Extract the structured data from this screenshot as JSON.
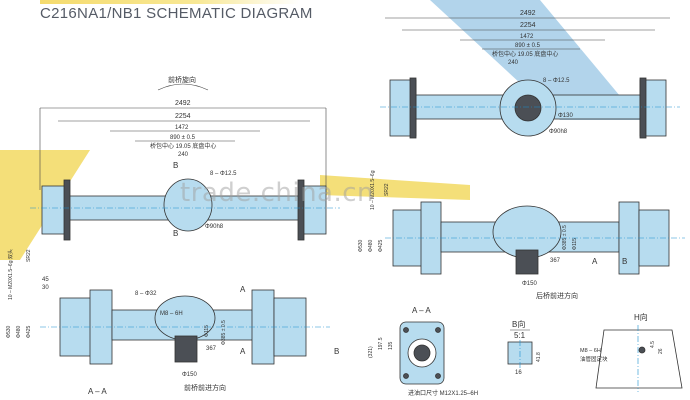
{
  "header": {
    "title": "C216NA1/NB1 SCHEMATIC DIAGRAM"
  },
  "watermark": "trade.china.cn",
  "front_view": {
    "rotation_label": "前桥旋向",
    "dims": [
      "2492",
      "2254",
      "1472",
      "890 ± 0.5",
      "240"
    ],
    "center_label": "桥包中心 19.05 底盘中心",
    "bolt_label": "8 – Φ12.5",
    "section_b": "B",
    "shaft_label": "Φ90h8"
  },
  "top_right_view": {
    "dims": [
      "2492",
      "2254",
      "1472",
      "890 ± 0.5",
      "240"
    ],
    "center_label": "桥包中心 19.05 底盘中心",
    "bolt_label": "8 – Φ12.5",
    "dia_130": "Φ130",
    "shaft_label": "Φ90h8"
  },
  "left_plan_view": {
    "side_label_1": "10 – M20X1.5–6g 双头",
    "side_label_2": "SR22",
    "dims_left": [
      "Φ530",
      "Φ480",
      "Φ425",
      "45",
      "30"
    ],
    "bolt_label": "8 – Φ32",
    "mark_m8": "M8 – 6H",
    "dims_right": [
      "Φ115",
      "Φ385 ± 0.5"
    ],
    "val_367": "367",
    "dia_150": "Φ150",
    "direction_label": "前桥前进方向",
    "section_a": "A",
    "section_b": "B",
    "bottom_label": "A – A"
  },
  "right_plan_view": {
    "side_label_1": "10 – M20X1.5–6g",
    "side_label_2": "SR22",
    "dims_left": [
      "Φ530",
      "Φ480",
      "Φ425"
    ],
    "dims_right": [
      "Φ385 ± 0.5",
      "Φ115",
      "367"
    ],
    "dia_150": "Φ150",
    "direction_label": "后桥前进方向",
    "section_a": "A",
    "section_b": "B"
  },
  "section_aa": {
    "title": "A – A",
    "dims": [
      "197.5",
      "135",
      "(321)"
    ],
    "bolt_label": "进油口尺寸 M12X1.25–6H"
  },
  "view_b": {
    "title": "B向",
    "scale": "5:1",
    "dims": [
      "16",
      "41.8"
    ]
  },
  "view_h": {
    "title": "H向",
    "label": "M8 – 6H",
    "sub_label": "油管固定块",
    "dims": [
      "4.5",
      "26"
    ]
  }
}
